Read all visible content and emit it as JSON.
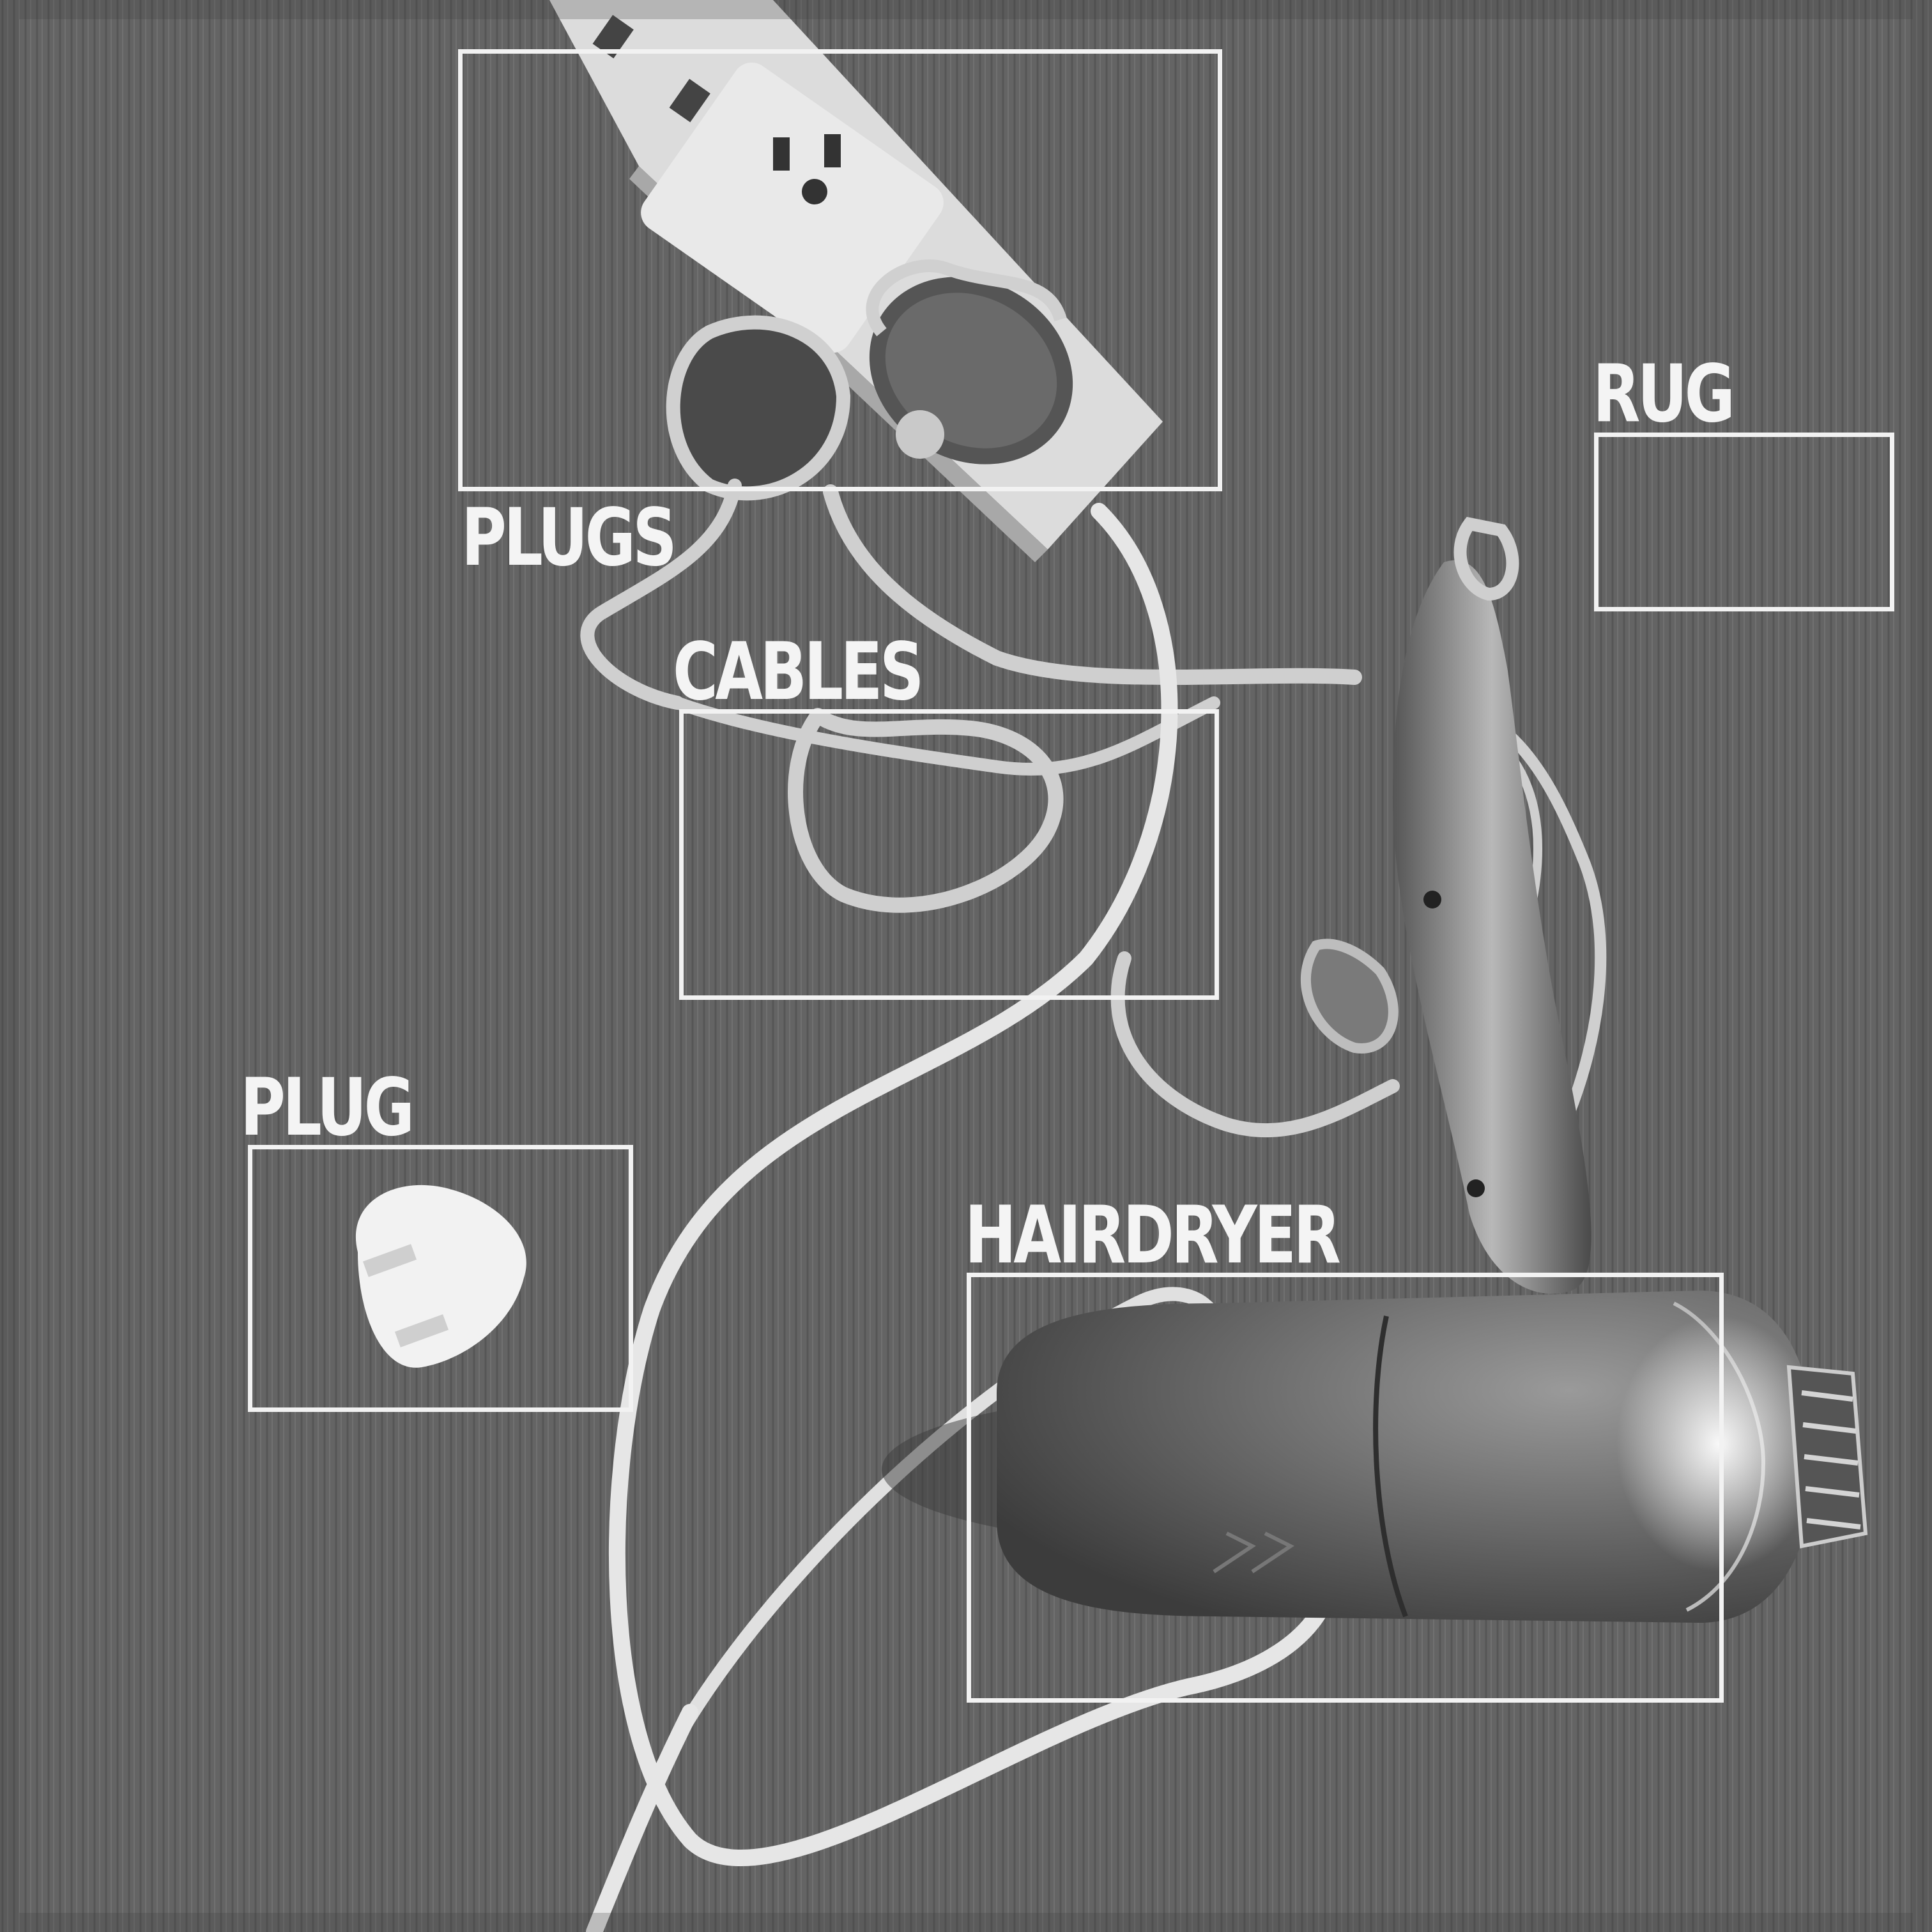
{
  "labels": {
    "plugs": "PLUGS",
    "cables": "CABLES",
    "rug": "RUG",
    "plug": "PLUG",
    "hairdryer": "HAIRDRYER"
  },
  "colors": {
    "box_stroke": "#f2f2f2",
    "label_text": "#f4f4f4",
    "rug": "#6f6f6f"
  }
}
